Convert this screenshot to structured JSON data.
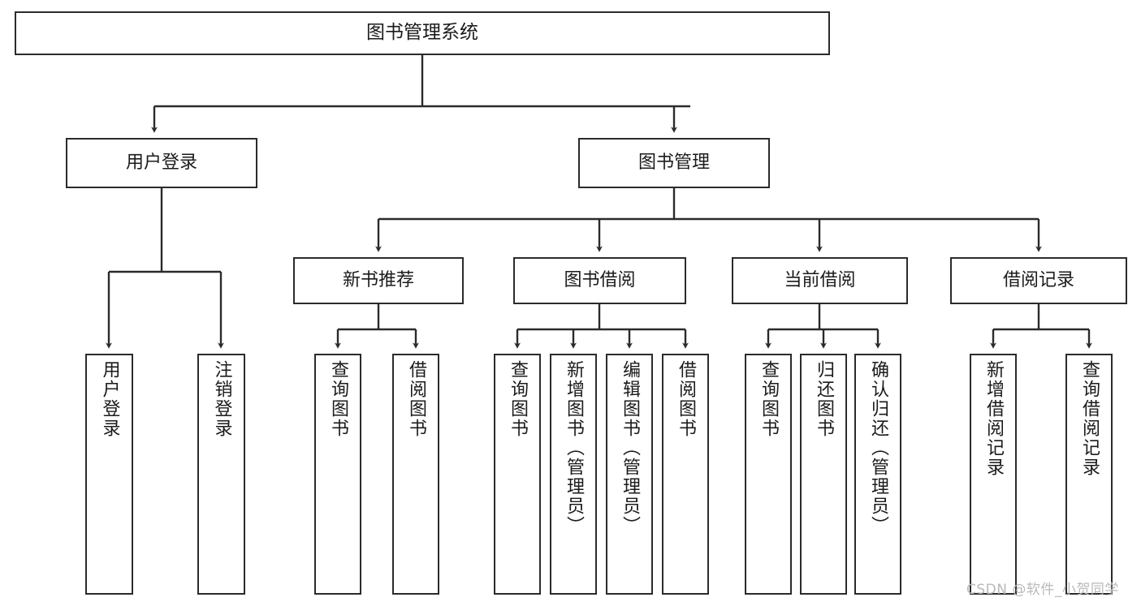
{
  "diagram": {
    "title": "图书管理系统",
    "type": "tree",
    "watermark": "CSDN @软件_小贺同学",
    "colors": {
      "node_border": "#2b2b2b",
      "node_fill": "#ffffff",
      "edge": "#2b2b2b",
      "background": "#ffffff",
      "watermark": "#b9b9b9"
    },
    "nodes": {
      "root": {
        "label": "图书管理系统"
      },
      "level1": [
        {
          "label": "用户登录"
        },
        {
          "label": "图书管理"
        }
      ],
      "level2": [
        {
          "label": "新书推荐"
        },
        {
          "label": "图书借阅"
        },
        {
          "label": "当前借阅"
        },
        {
          "label": "借阅记录"
        }
      ],
      "login_leaves": [
        {
          "label": "用户登录"
        },
        {
          "label": "注销登录"
        }
      ],
      "recommend_leaves": [
        {
          "label": "查询图书"
        },
        {
          "label": "借阅图书"
        }
      ],
      "borrow_leaves": [
        {
          "label": "查询图书"
        },
        {
          "label": "新增图书（管理员）"
        },
        {
          "label": "编辑图书（管理员）"
        },
        {
          "label": "借阅图书"
        }
      ],
      "current_leaves": [
        {
          "label": "查询图书"
        },
        {
          "label": "归还图书"
        },
        {
          "label": "确认归还（管理员）"
        }
      ],
      "record_leaves": [
        {
          "label": "新增借阅记录"
        },
        {
          "label": "查询借阅记录"
        }
      ]
    }
  }
}
